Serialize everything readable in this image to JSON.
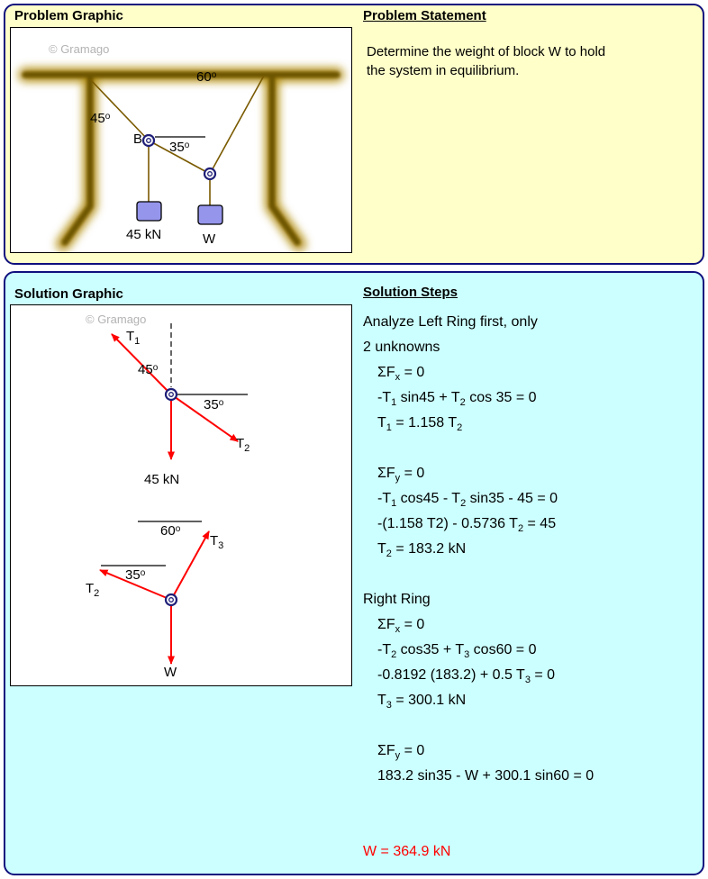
{
  "colors": {
    "panel_border": "#10107E",
    "panel_top_bg": "#FFFFC9",
    "panel_bottom_bg": "#CCFFFF",
    "arrow": "#FF0000",
    "rope": "#7A5A00",
    "glow": "#B08A10",
    "glow_core": "#6D5400",
    "block_fill": "#9595EC",
    "ring_stroke": "#1F1F78",
    "watermark": "#B3B3B3"
  },
  "problem_section": {
    "graphic_title": "Problem Graphic",
    "watermark": "© Gramago",
    "statement_title": "Problem Statement",
    "statement_line1": "Determine the weight of block W to hold",
    "statement_line2": "the system in equilibrium.",
    "labels": {
      "angle_60": "60^{o}",
      "angle_45": "45^{o}",
      "ring_b": "B",
      "angle_35": "35^{o}",
      "load": "45 kN",
      "weight": "W"
    }
  },
  "solution_section": {
    "graphic_title": "Solution Graphic",
    "watermark": "© Gramago",
    "steps_title": "Solution Steps",
    "fbd1": {
      "t1": "T_{1}",
      "angle_45": "45^{o}",
      "angle_35": "35^{o}",
      "t2": "T_{2}",
      "load": "45 kN"
    },
    "fbd2": {
      "angle_60": "60^{o}",
      "t3": "T_{3}",
      "angle_35": "35^{o}",
      "t2": "T_{2}",
      "weight": "W"
    },
    "steps": [
      {
        "text": "Analyze Left Ring first, only",
        "indent": 0
      },
      {
        "text": "2 unknowns",
        "indent": 0
      },
      {
        "text": "ΣF_{x} = 0",
        "indent": 1
      },
      {
        "text": "-T_{1} sin45 + T_{2} cos 35 = 0",
        "indent": 1
      },
      {
        "text": "T_{1} = 1.158 T_{2}",
        "indent": 1
      },
      {
        "text": "",
        "indent": 0
      },
      {
        "text": "ΣF_{y} = 0",
        "indent": 1
      },
      {
        "text": "-T_{1} cos45 - T_{2} sin35 - 45 = 0",
        "indent": 1
      },
      {
        "text": "-(1.158 T2) - 0.5736 T_{2} = 45",
        "indent": 1
      },
      {
        "text": "T_{2} = 183.2 kN",
        "indent": 1
      },
      {
        "text": "",
        "indent": 0
      },
      {
        "text": "Right Ring",
        "indent": 0
      },
      {
        "text": "ΣF_{x} = 0",
        "indent": 1
      },
      {
        "text": "-T_{2} cos35 + T_{3} cos60 = 0",
        "indent": 1
      },
      {
        "text": "-0.8192 (183.2) + 0.5 T_{3} = 0",
        "indent": 1
      },
      {
        "text": "T_{3} = 300.1 kN",
        "indent": 1
      },
      {
        "text": "",
        "indent": 0
      },
      {
        "text": "ΣF_{y} = 0",
        "indent": 1
      },
      {
        "text": "183.2 sin35 - W + 300.1 sin60 = 0",
        "indent": 1
      },
      {
        "text": "",
        "indent": 0
      },
      {
        "text": "",
        "indent": 0
      },
      {
        "text": "W = 364.9 kN",
        "indent": 0,
        "color": "#FF0000"
      }
    ]
  }
}
